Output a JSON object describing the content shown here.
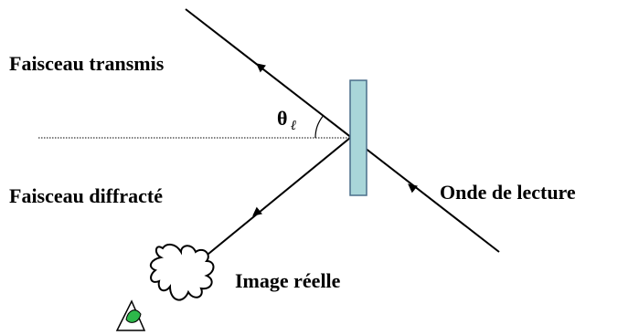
{
  "labels": {
    "transmitted_beam": "Faisceau transmis",
    "diffracted_beam": "Faisceau diffracté",
    "reading_wave": "Onde de lecture",
    "real_image": "Image réelle",
    "angle_symbol": "θ",
    "angle_subscript": "ℓ"
  },
  "colors": {
    "line": "#000000",
    "plate_fill": "#a9d6d9",
    "plate_stroke": "#4a6f8a",
    "eye_iris": "#2db84a",
    "background": "#ffffff"
  },
  "icons": {
    "observer": "eye-icon",
    "image": "cloud-blob"
  }
}
